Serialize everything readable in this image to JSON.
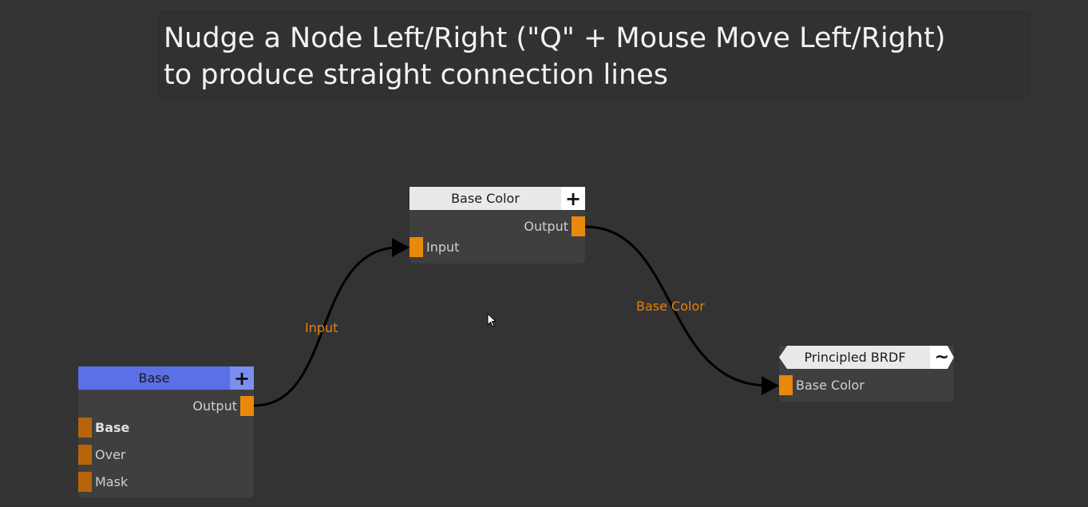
{
  "caption": {
    "line1": "Nudge a Node Left/Right (\"Q\" + Mouse Move Left/Right)",
    "line2": "to produce straight connection lines"
  },
  "colors": {
    "background": "#333333",
    "node_body": "#3f3f3f",
    "port": "#e8890c",
    "wire_label": "#e8800c",
    "base_header": "#5b6fe6",
    "base_header_button": "#7c8ef0",
    "light_header": "#e9e9e9"
  },
  "nodes": {
    "base": {
      "title": "Base",
      "add_button": "+",
      "output_label": "Output",
      "inputs": [
        "Base",
        "Over",
        "Mask"
      ]
    },
    "base_color": {
      "title": "Base Color",
      "add_button": "+",
      "output_label": "Output",
      "input_label": "Input"
    },
    "principled": {
      "title": "Principled BRDF",
      "mode_button": "~",
      "input_label": "Base Color"
    }
  },
  "wires": {
    "input_label": "Input",
    "base_color_label": "Base Color"
  },
  "icons": {
    "cursor": "mouse-pointer-icon",
    "add": "plus-icon",
    "mode": "tilde-icon"
  }
}
